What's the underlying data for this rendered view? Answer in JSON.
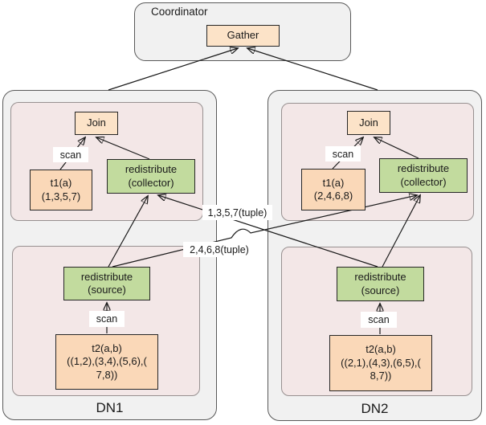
{
  "colors": {
    "panel_gray": "#F1F1F1",
    "panel_pink": "#F3E7E7",
    "peach_light": "#FCE3C8",
    "peach": "#FAD8B8",
    "green": "#C2DB9E",
    "line": "#1A1A1A"
  },
  "coordinator": {
    "title": "Coordinator",
    "gather": "Gather"
  },
  "dn1": {
    "title": "DN1",
    "join": "Join",
    "scan_top": "scan",
    "scan_bottom": "scan",
    "t1": [
      "t1(a)",
      "(1,3,5,7)"
    ],
    "collector": [
      "redistribute",
      "(collector)"
    ],
    "source": [
      "redistribute",
      "(source)"
    ],
    "t2": [
      "t2(a,b)",
      "((1,2),(3,4),(5,6),(",
      "7,8))"
    ]
  },
  "dn2": {
    "title": "DN2",
    "join": "Join",
    "scan_top": "scan",
    "scan_bottom": "scan",
    "t1": [
      "t1(a)",
      "(2,4,6,8)"
    ],
    "collector": [
      "redistribute",
      "(collector)"
    ],
    "source": [
      "redistribute",
      "(source)"
    ],
    "t2": [
      "t2(a,b)",
      "((2,1),(4,3),(6,5),(",
      "8,7))"
    ]
  },
  "edge_labels": {
    "to_dn1": "1,3,5,7(tuple)",
    "to_dn2": "2,4,6,8(tuple)"
  }
}
